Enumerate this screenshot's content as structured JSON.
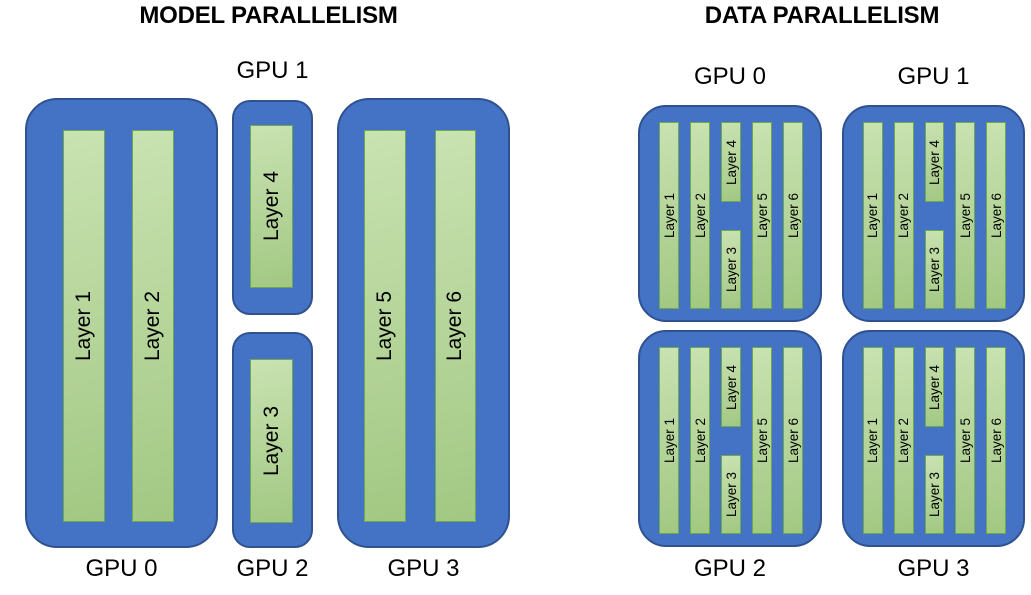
{
  "model_parallelism": {
    "title": "MODEL PARALLELISM",
    "gpu0": {
      "label": "GPU 0",
      "layer1": "Layer 1",
      "layer2": "Layer 2"
    },
    "gpu1": {
      "label": "GPU 1",
      "layer": "Layer 4"
    },
    "gpu2": {
      "label": "GPU 2",
      "layer": "Layer 3"
    },
    "gpu3": {
      "label": "GPU 3",
      "layer1": "Layer 5",
      "layer2": "Layer 6"
    }
  },
  "data_parallelism": {
    "title": "DATA PARALLELISM",
    "gpu_labels": [
      "GPU 0",
      "GPU 1",
      "GPU 2",
      "GPU 3"
    ],
    "columns": {
      "col1": "Layer 1",
      "col2": "Layer 2",
      "col3_top": "Layer 4",
      "col3_bottom": "Layer 3",
      "col4": "Layer 5",
      "col5": "Layer 6"
    }
  },
  "colors": {
    "gpu_fill": "#4472C4",
    "gpu_border": "#2F528F",
    "layer_fill_light": "#C9E2B1",
    "layer_fill_dark": "#A2C883",
    "layer_border": "#6BA84E"
  }
}
